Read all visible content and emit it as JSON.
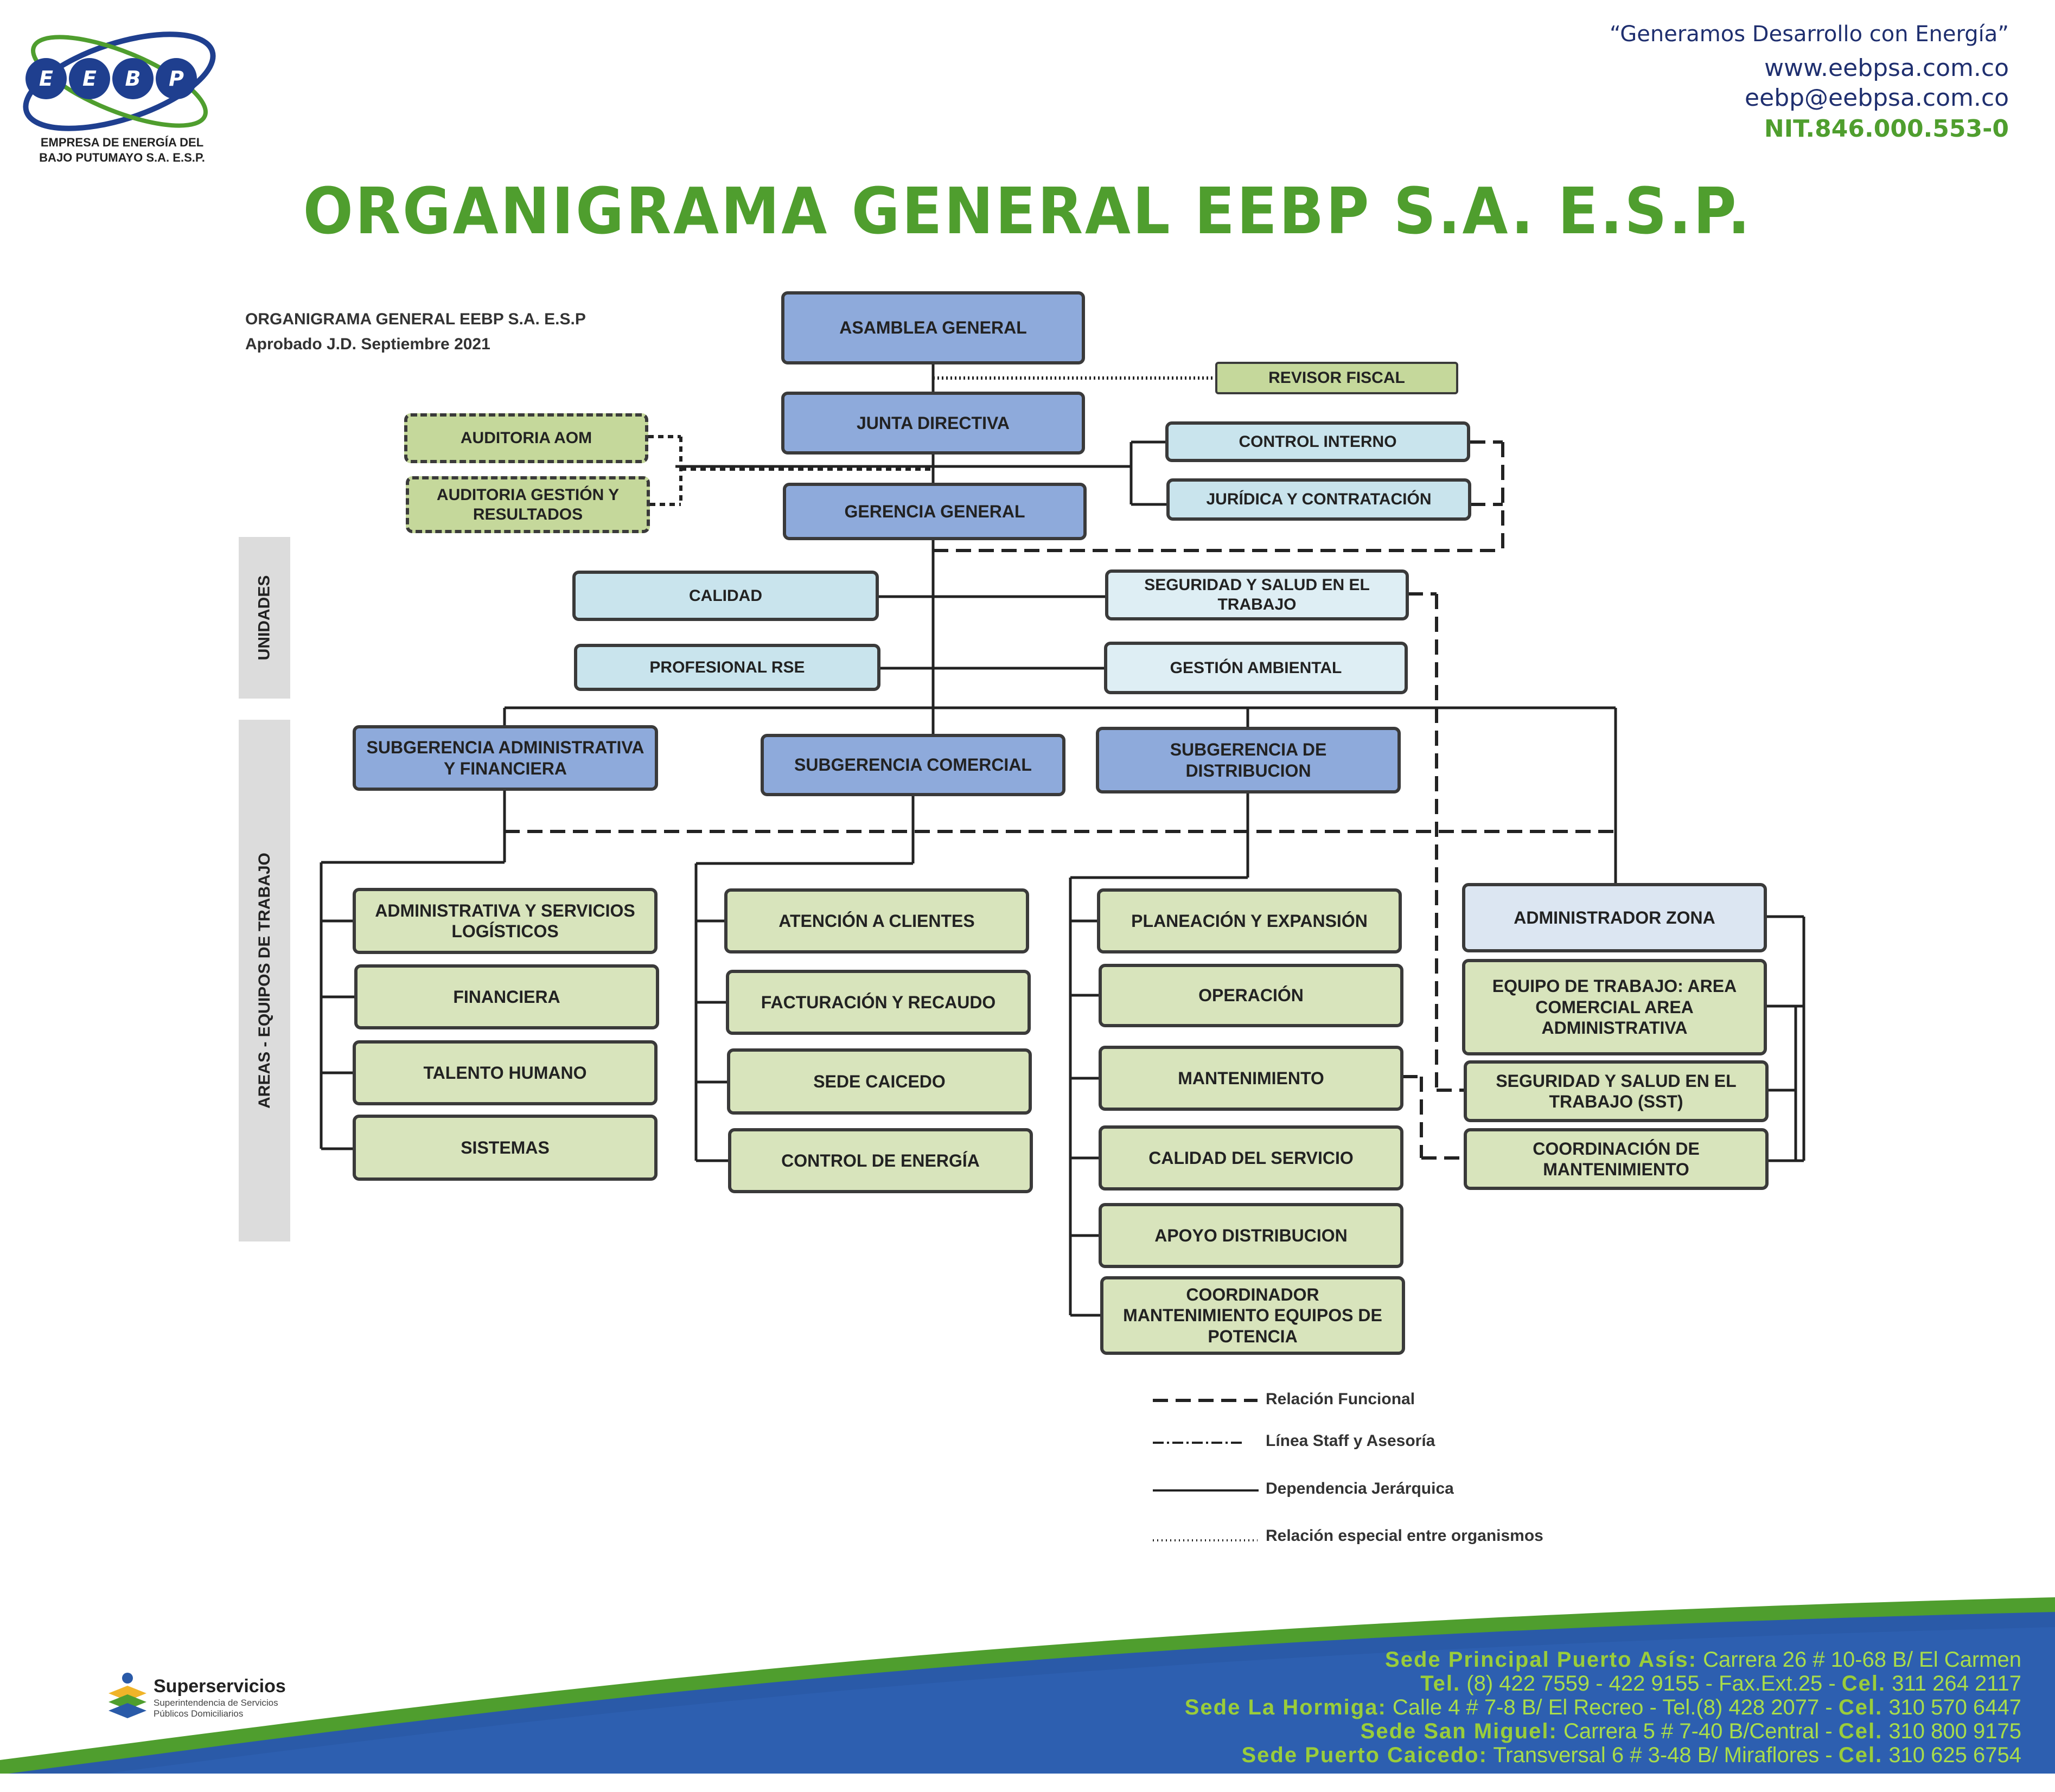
{
  "header": {
    "logo": {
      "letters": [
        "E",
        "E",
        "B",
        "P"
      ],
      "company_line1": "EMPRESA DE ENERGÍA DEL",
      "company_line2": "BAJO PUTUMAYO S.A. E.S.P."
    },
    "slogan": "“Generamos Desarrollo con Energía”",
    "website": "www.eebpsa.com.co",
    "email": "eebp@eebpsa.com.co",
    "nit": "NIT.846.000.553-0"
  },
  "title": "ORGANIGRAMA GENERAL EEBP S.A. E.S.P.",
  "chart_info": {
    "line1": "ORGANIGRAMA GENERAL EEBP S.A. E.S.P",
    "line2": "Aprobado J.D. Septiembre 2021"
  },
  "side_labels": {
    "unidades": "UNIDADES",
    "areas": "AREAS - EQUIPOS DE TRABAJO"
  },
  "nodes": {
    "asamblea": "ASAMBLEA GENERAL",
    "revisor": "REVISOR FISCAL",
    "junta": "JUNTA DIRECTIVA",
    "auditoria_aom": "AUDITORIA AOM",
    "auditoria_gestion": "AUDITORIA GESTIÓN Y RESULTADOS",
    "control_interno": "CONTROL INTERNO",
    "juridica": "JURÍDICA  Y CONTRATACIÓN",
    "gerencia": "GERENCIA GENERAL",
    "calidad": "CALIDAD",
    "sst": "SEGURIDAD Y SALUD EN EL TRABAJO",
    "rse": "PROFESIONAL RSE",
    "ambiental": "GESTIÓN AMBIENTAL",
    "sub_admin": "SUBGERENCIA ADMINISTRATIVA Y FINANCIERA",
    "sub_comercial": "SUBGERENCIA COMERCIAL",
    "sub_distribucion": "SUBGERENCIA DE DISTRIBUCION",
    "admin_logisticos": "ADMINISTRATIVA Y SERVICIOS LOGÍSTICOS",
    "financiera": "FINANCIERA",
    "talento": "TALENTO HUMANO",
    "sistemas": "SISTEMAS",
    "atencion": "ATENCIÓN A CLIENTES",
    "facturacion": "FACTURACIÓN Y RECAUDO",
    "sede_caicedo": "SEDE CAICEDO",
    "control_energia": "CONTROL DE ENERGÍA",
    "planeacion": "PLANEACIÓN Y EXPANSIÓN",
    "operacion": "OPERACIÓN",
    "mantenimiento": "MANTENIMIENTO",
    "calidad_servicio": "CALIDAD DEL SERVICIO",
    "apoyo": "APOYO DISTRIBUCION",
    "coord_potencia": "COORDINADOR MANTENIMIENTO EQUIPOS DE POTENCIA",
    "admin_zona": "ADMINISTRADOR ZONA",
    "equipo_trabajo": "EQUIPO DE TRABAJO: AREA COMERCIAL AREA ADMINISTRATIVA",
    "sst_zona": "SEGURIDAD Y SALUD EN EL TRABAJO (SST)",
    "coord_mant": "COORDINACIÓN DE MANTENIMIENTO"
  },
  "legend": [
    {
      "style": "dashed",
      "label": "Relación Funcional"
    },
    {
      "style": "dashdot",
      "label": "Línea Staff y Asesoría"
    },
    {
      "style": "solid",
      "label": "Dependencia Jerárquica"
    },
    {
      "style": "dotted",
      "label": "Relación especial entre organismos"
    }
  ],
  "footer": {
    "line1_label": "Sede Principal Puerto Asís:",
    "line1_value": "Carrera 26 # 10-68 B/ El Carmen",
    "line2_tel_label": "Tel.",
    "line2_tel_value": "(8) 422 7559 - 422 9155 - Fax.Ext.25 -",
    "line2_cel_label": "Cel.",
    "line2_cel_value": "311 264 2117",
    "line3_label": "Sede La Hormiga:",
    "line3_value": "Calle 4 # 7-8 B/ El Recreo - Tel.(8) 428 2077 -",
    "line3_cel_label": "Cel.",
    "line3_cel_value": "310 570 6447",
    "line4_label": "Sede San Miguel:",
    "line4_value": "Carrera 5 # 7-40 B/Central -",
    "line4_cel_label": "Cel.",
    "line4_cel_value": "310 800 9175",
    "line5_label": "Sede Puerto Caicedo:",
    "line5_value": "Transversal 6 # 3-48 B/ Miraflores -",
    "line5_cel_label": "Cel.",
    "line5_cel_value": "310 625 6754",
    "superservicios_name": "Superservicios",
    "superservicios_sub1": "Superintendencia de Servicios",
    "superservicios_sub2": "Públicos Domiciliarios"
  },
  "colors": {
    "brand_green": "#4f9e2e",
    "brand_blue": "#1f3f8f",
    "box_dark_blue": "#8eaadb",
    "box_light_blue": "#c9e4ed",
    "box_green": "#d8e4bc"
  }
}
